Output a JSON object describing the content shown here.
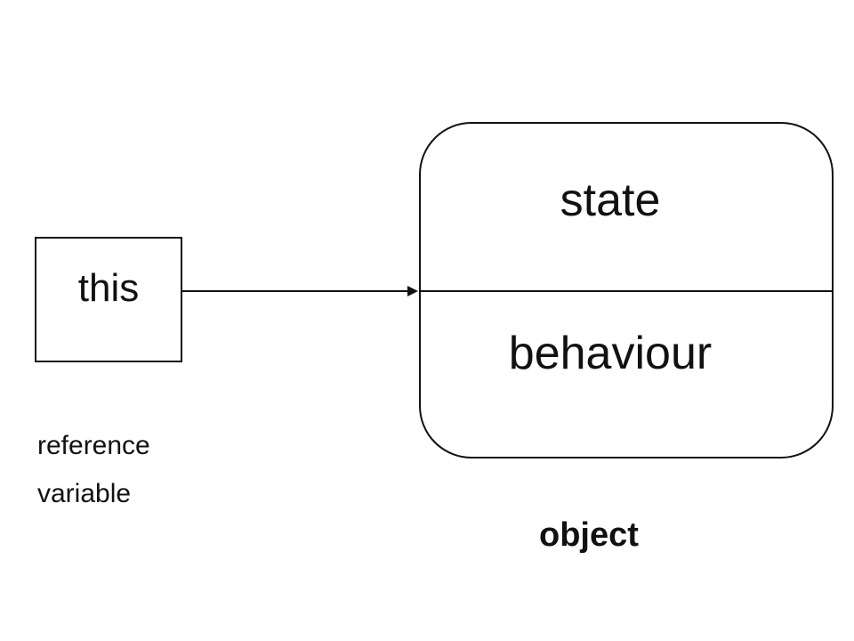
{
  "reference": {
    "box_label": "this",
    "caption": "reference\nvariable"
  },
  "object": {
    "state_label": "state",
    "behaviour_label": "behaviour",
    "caption": "object"
  },
  "colors": {
    "stroke": "#111111",
    "background": "#ffffff"
  }
}
